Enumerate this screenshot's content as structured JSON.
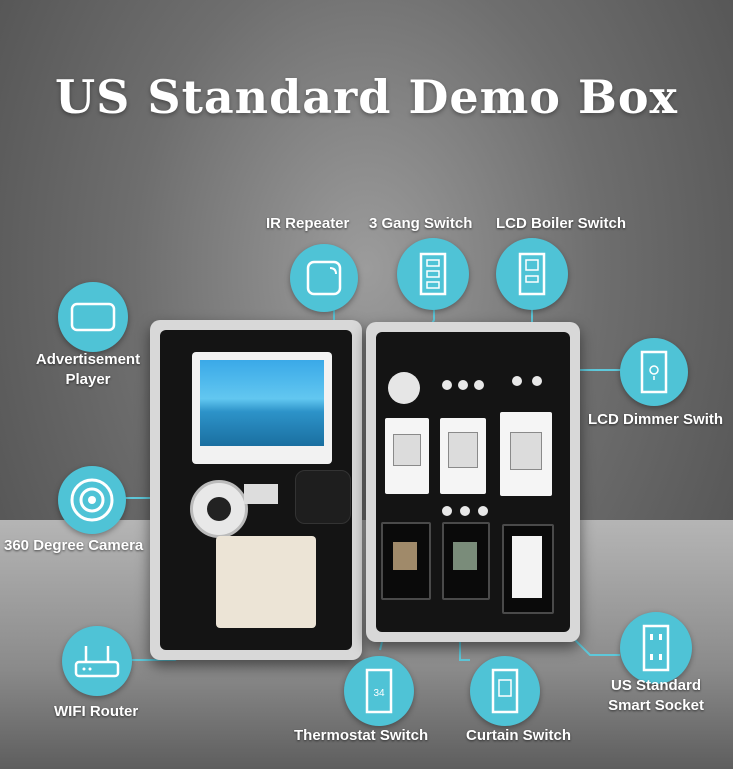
{
  "title": "US Standard Demo Box",
  "labels": {
    "ir_repeater": "IR Repeater",
    "three_gang": "3 Gang Switch",
    "lcd_boiler": "LCD Boiler Switch",
    "ad_player_line1": "Advertisement",
    "ad_player_line2": "Player",
    "lcd_dimmer": "LCD Dimmer Swith",
    "camera": "360 Degree Camera",
    "wifi_router": "WIFI Router",
    "thermostat": "Thermostat Switch",
    "curtain": "Curtain Switch",
    "socket_line1": "US Standard",
    "socket_line2": "Smart Socket",
    "thermostat_icon_value": "34"
  },
  "colors": {
    "bubble": "#4fc3d6",
    "line": "#5ec8da"
  },
  "icons": [
    "ir-repeater-icon",
    "three-gang-switch-icon",
    "lcd-boiler-switch-icon",
    "advertisement-player-icon",
    "lcd-dimmer-switch-icon",
    "camera-icon",
    "wifi-router-icon",
    "thermostat-switch-icon",
    "curtain-switch-icon",
    "smart-socket-icon"
  ]
}
